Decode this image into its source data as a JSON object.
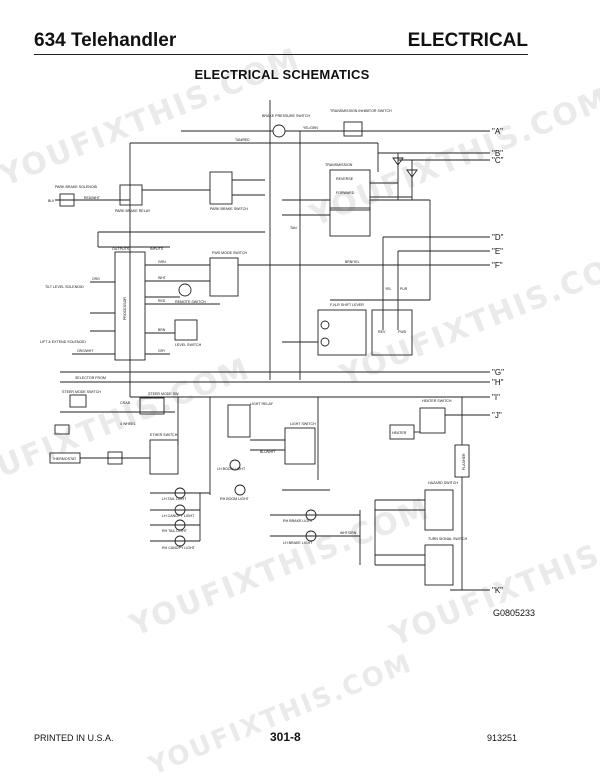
{
  "header": {
    "left_title": "634 Telehandler",
    "right_title": "ELECTRICAL"
  },
  "section_title": "ELECTRICAL SCHEMATICS",
  "connectors": [
    "\"A\"",
    "\"B\"",
    "\"C\"",
    "\"D\"",
    "\"E\"",
    "\"F\"",
    "\"G\"",
    "\"H\"",
    "\"I\"",
    "\"J\"",
    "\"K\""
  ],
  "component_labels": {
    "brake_pressure_switch": "BRAKE PRESSURE SWITCH",
    "transmission_inhibitor_switch": "TRANSMISSION INHIBITOR SWITCH",
    "transmission": "TRANSMISSION",
    "reverse": "REVERSE",
    "forward": "FORWARD",
    "park_brake_solenoid": "PARK BRAKE SOLENOID",
    "park_brake_relay": "PARK BRAKE RELAY",
    "park_brake_switch": "PARK BRAKE SWITCH",
    "outputs": "OUTPUTS",
    "inputs": "INPUTS",
    "processor": "PROCESSOR",
    "fwd_mode_switch": "FWD MODE SWITCH",
    "remote_switch": "REMOTE SWITCH",
    "level_switch": "LEVEL SWITCH",
    "fnr_shift_lever": "F-N-R SHIFT LEVER",
    "tilt_level_solenoid": "TILT LEVEL SOLENOID",
    "lift_extend_solenoid": "LIFT & EXTEND SOLENOID",
    "selector_from": "SELECTOR FROM",
    "steer_mode_switch": "STEER MODE SWITCH",
    "crab": "CRAB",
    "four_wheel": "4 WHEEL",
    "steer_mode_sw": "STEER MODE SW.",
    "ether_switch": "ETHER SWITCH",
    "thermostat": "THERMOSTAT",
    "light_relay": "LIGHT RELAY",
    "light_switch": "LIGHT SWITCH",
    "lh_boom_light": "LH BOOM LIGHT",
    "rh_boom_light": "RH BOOM LIGHT",
    "lh_tail_light": "LH TAIL LIGHT",
    "lh_canopy_light": "LH CANOPY LIGHT",
    "rh_tail_light": "RH TAIL LIGHT",
    "rh_canopy_light": "RH CANOPY LIGHT",
    "rh_brake_light": "RH BRAKE LIGHT",
    "lh_brake_light": "LH BRAKE LIGHT",
    "heater_switch": "HEATER SWITCH",
    "heater": "HEATER",
    "hazard_switch": "HAZARD SWITCH",
    "turn_signal_switch": "TURN SIGNAL SWITCH",
    "flasher": "FLASHER",
    "rev": "REV",
    "fwd": "FWD"
  },
  "wire_labels": {
    "blk": "BLK",
    "red_wht": "RED/WHT",
    "tan_red": "TAN/RED",
    "yel_grn": "YEL/GRN",
    "brn_yel": "BRN/YEL",
    "blu_wht": "BLU/WHT",
    "wht_grn": "WHT/GRN",
    "org_wht": "ORG/WHT",
    "yel": "YEL",
    "grn": "GRN",
    "wht": "WHT",
    "red": "RED",
    "org": "ORG",
    "brn": "BRN",
    "gry": "GRY",
    "pur": "PUR",
    "tan": "TAN"
  },
  "footer": {
    "left": "PRINTED IN U.S.A.",
    "center": "301-8",
    "right": "913251"
  },
  "drawing_id": "G0805233",
  "watermark": "YOUFIXTHIS.COM"
}
